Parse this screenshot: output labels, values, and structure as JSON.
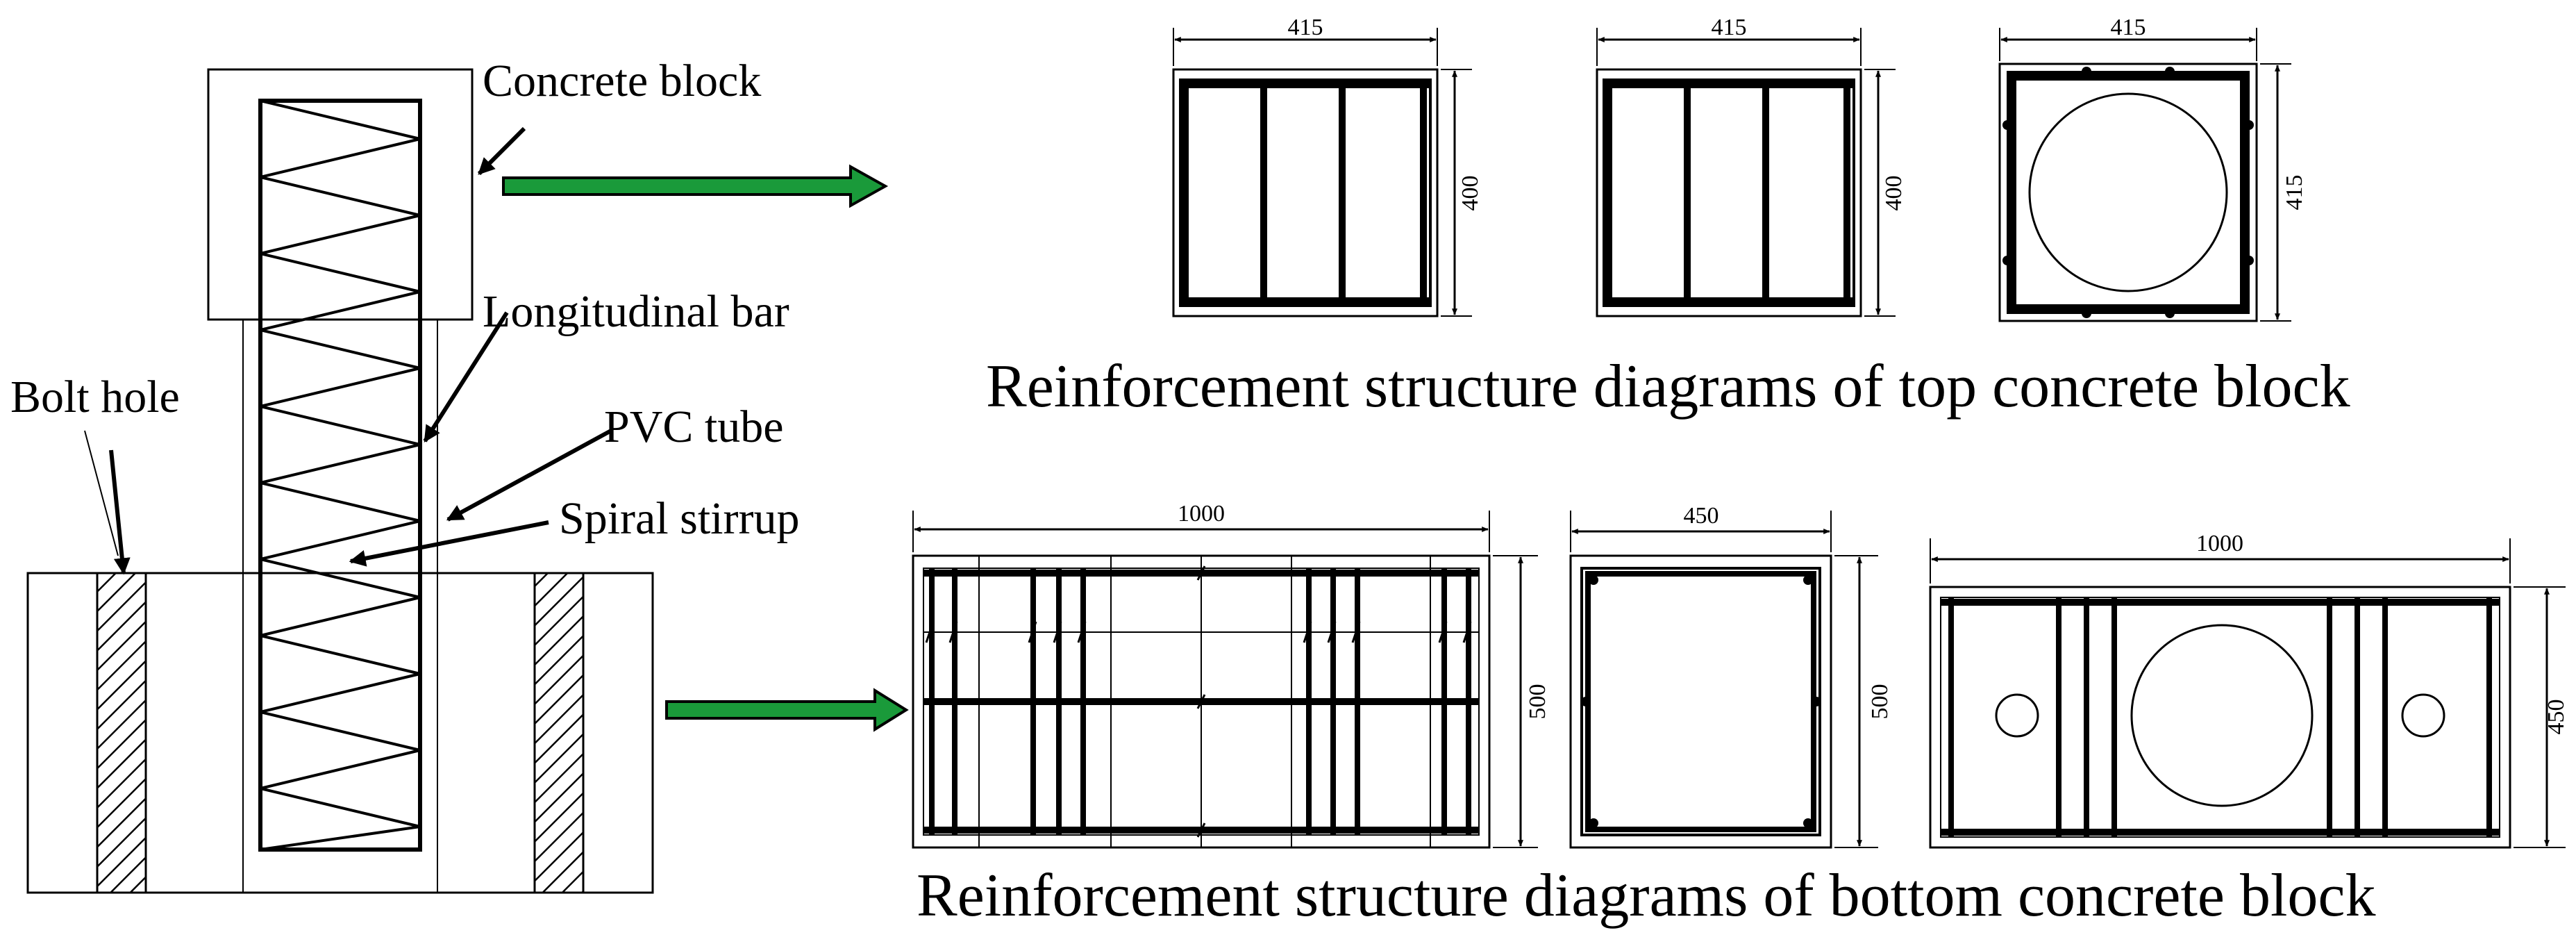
{
  "column": {
    "labels": {
      "concrete_block": "Concrete block",
      "longitudinal_bar": "Longitudinal bar",
      "bolt_hole": "Bolt hole",
      "pvc_tube": "PVC tube",
      "spiral_stirrup": "Spiral stirrup"
    }
  },
  "top_block": {
    "caption": "Reinforcement structure diagrams of  top concrete block",
    "views": [
      {
        "width": "415",
        "height": "400"
      },
      {
        "width": "415",
        "height": "400"
      },
      {
        "width": "415",
        "height": "415"
      }
    ]
  },
  "bottom_block": {
    "caption": "Reinforcement structure diagrams of  bottom concrete block",
    "views": [
      {
        "width": "1000",
        "height": "500"
      },
      {
        "width": "450",
        "height": "500"
      },
      {
        "width": "1000",
        "height": "450"
      }
    ]
  },
  "colors": {
    "arrow_fill": "#1a9a3a",
    "line": "#000000",
    "background": "#ffffff"
  }
}
